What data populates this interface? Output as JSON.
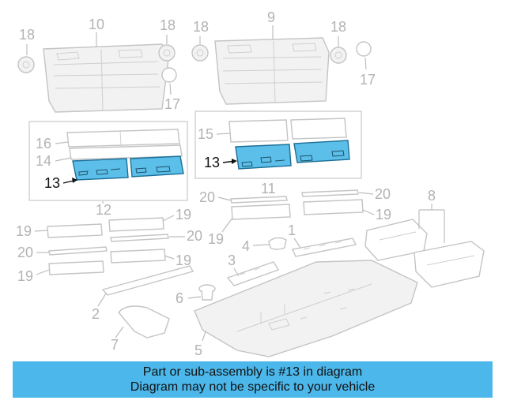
{
  "callouts": {
    "c1": "1",
    "c2": "2",
    "c3": "3",
    "c4": "4",
    "c5": "5",
    "c6": "6",
    "c7": "7",
    "c8": "8",
    "c9": "9",
    "c10": "10",
    "c11": "11",
    "c12": "12",
    "c13": "13",
    "c14": "14",
    "c15": "15",
    "c16": "16",
    "c17": "17",
    "c18": "18",
    "c19": "19",
    "c20": "20"
  },
  "highlighted_part": "13",
  "colors": {
    "highlight_fill": "#5bbfe9",
    "banner_background": "#4cb7ea",
    "line_art": "#c4c4c4"
  },
  "banner": {
    "line1": "Part or sub-assembly is #13 in diagram",
    "line2": "Diagram may not be specific to your vehicle"
  }
}
